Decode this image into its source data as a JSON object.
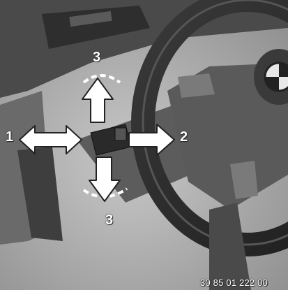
{
  "figure": {
    "labels": {
      "left": "1",
      "right": "2",
      "up": "3",
      "down": "3"
    },
    "figure_code": "30 85 01 222 00"
  }
}
